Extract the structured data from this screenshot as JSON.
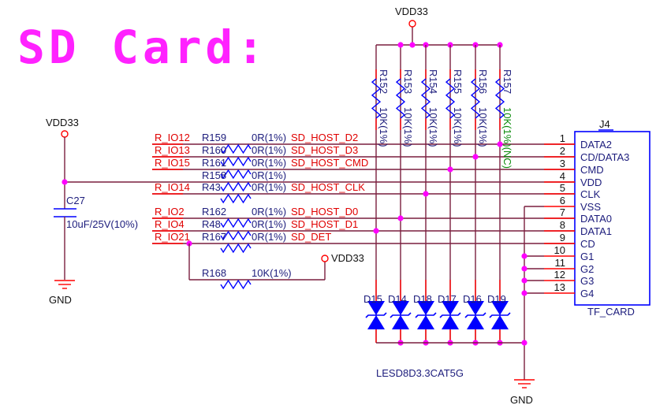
{
  "title": "SD Card:",
  "power": {
    "vdd_label": "VDD33",
    "gnd_label": "GND"
  },
  "nets": [
    {
      "io": "R_IO12",
      "ref": "R159",
      "value": "0R(1%)",
      "net": "SD_HOST_D2"
    },
    {
      "io": "R_IO13",
      "ref": "R160",
      "value": "0R(1%)",
      "net": "SD_HOST_D3"
    },
    {
      "io": "R_IO15",
      "ref": "R161",
      "value": "0R(1%)",
      "net": "SD_HOST_CMD"
    },
    {
      "io": "",
      "ref": "R158",
      "value": "0R(1%)",
      "net": ""
    },
    {
      "io": "R_IO14",
      "ref": "R43",
      "value": "0R(1%)",
      "net": "SD_HOST_CLK"
    },
    {
      "io": "R_IO2",
      "ref": "R162",
      "value": "0R(1%)",
      "net": "SD_HOST_D0"
    },
    {
      "io": "R_IO4",
      "ref": "R48",
      "value": "0R(1%)",
      "net": "SD_HOST_D1"
    },
    {
      "io": "R_IO21",
      "ref": "R167",
      "value": "0R(1%)",
      "net": "SD_DET"
    }
  ],
  "pullups": [
    {
      "ref": "R152",
      "value": "10K(1%)"
    },
    {
      "ref": "R153",
      "value": "10K(1%)"
    },
    {
      "ref": "R154",
      "value": "10K(1%)"
    },
    {
      "ref": "R155",
      "value": "10K(1%)"
    },
    {
      "ref": "R156",
      "value": "10K(1%)"
    },
    {
      "ref": "R157",
      "value": "10K(1%)(NC)"
    }
  ],
  "diodes": [
    "D15",
    "D14",
    "D18",
    "D17",
    "D16",
    "D19"
  ],
  "diode_part": "LESD8D3.3CAT5G",
  "capacitor": {
    "ref": "C27",
    "value": "10uF/25V(10%)"
  },
  "detect_pullup": {
    "ref": "R168",
    "value": "10K(1%)"
  },
  "connector": {
    "ref": "J4",
    "part": "TF_CARD",
    "pins": [
      {
        "num": "1",
        "name": "DATA2"
      },
      {
        "num": "2",
        "name": "CD/DATA3"
      },
      {
        "num": "3",
        "name": "CMD"
      },
      {
        "num": "4",
        "name": "VDD"
      },
      {
        "num": "5",
        "name": "CLK"
      },
      {
        "num": "6",
        "name": "VSS"
      },
      {
        "num": "7",
        "name": "DATA0"
      },
      {
        "num": "8",
        "name": "DATA1"
      },
      {
        "num": "9",
        "name": "CD"
      },
      {
        "num": "10",
        "name": "G1"
      },
      {
        "num": "11",
        "name": "G2"
      },
      {
        "num": "12",
        "name": "G3"
      },
      {
        "num": "13",
        "name": "G4"
      }
    ]
  },
  "colors": {
    "wire": "#7a1f3f",
    "stub": "#ff0000",
    "junction": "#ff00ff",
    "symbol": "#0000ff",
    "title": "#ff22ff"
  }
}
